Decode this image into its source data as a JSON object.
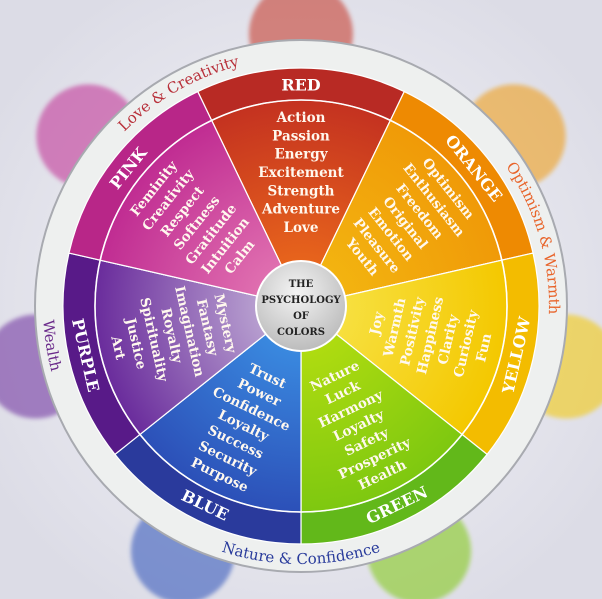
{
  "center_title": [
    "THE",
    "PSYCHOLOGY",
    "OF",
    "COLORS"
  ],
  "wedges": [
    {
      "label": "RED",
      "color": "#c43220",
      "light": "#e8651c",
      "outer": "#b82a24",
      "keywords": [
        "Action",
        "Passion",
        "Energy",
        "Excitement",
        "Strength",
        "Adventure",
        "Love"
      ]
    },
    {
      "label": "ORANGE",
      "color": "#f09a08",
      "light": "#f3b410",
      "outer": "#ee8a02",
      "keywords": [
        "Optimism",
        "Enthusiasm",
        "Freedom",
        "Original",
        "Emotion",
        "Pleasure",
        "Youth"
      ]
    },
    {
      "label": "YELLOW",
      "color": "#f4c800",
      "light": "#f7e040",
      "outer": "#f3bc00",
      "keywords": [
        "Joy",
        "Warmth",
        "Positivity",
        "Happiness",
        "Clarity",
        "Curiosity",
        "Fun"
      ]
    },
    {
      "label": "GREEN",
      "color": "#7ec810",
      "light": "#b0dc10",
      "outer": "#62b81a",
      "keywords": [
        "Nature",
        "Luck",
        "Harmony",
        "Loyalty",
        "Safety",
        "Prosperity",
        "Health"
      ]
    },
    {
      "label": "BLUE",
      "color": "#2c50b8",
      "light": "#3a8ae0",
      "outer": "#2a3a9c",
      "keywords": [
        "Trust",
        "Power",
        "Confidence",
        "Loyalty",
        "Success",
        "Security",
        "Purpose"
      ]
    },
    {
      "label": "PURPLE",
      "color": "#6a2c9c",
      "light": "#b8a0d0",
      "outer": "#581a88",
      "keywords": [
        "Mystery",
        "Fantasy",
        "Imagination",
        "Royalty",
        "Spirituality",
        "Justice",
        "Art"
      ]
    },
    {
      "label": "PINK",
      "color": "#c02c92",
      "light": "#e070b0",
      "outer": "#b82688",
      "keywords": [
        "Feminity",
        "Creativity",
        "Respect",
        "Softness",
        "Gratitude",
        "Intuition",
        "Calm"
      ]
    }
  ],
  "arc_labels": [
    {
      "text": "Love & Creativity",
      "color": "#b8303a"
    },
    {
      "text": "Optimism & Warmth",
      "color": "#e8642a"
    },
    {
      "text": "Wealth",
      "color": "#6a2a8a"
    },
    {
      "text": "Nature & Confidence",
      "color": "#2a3c9c"
    }
  ]
}
